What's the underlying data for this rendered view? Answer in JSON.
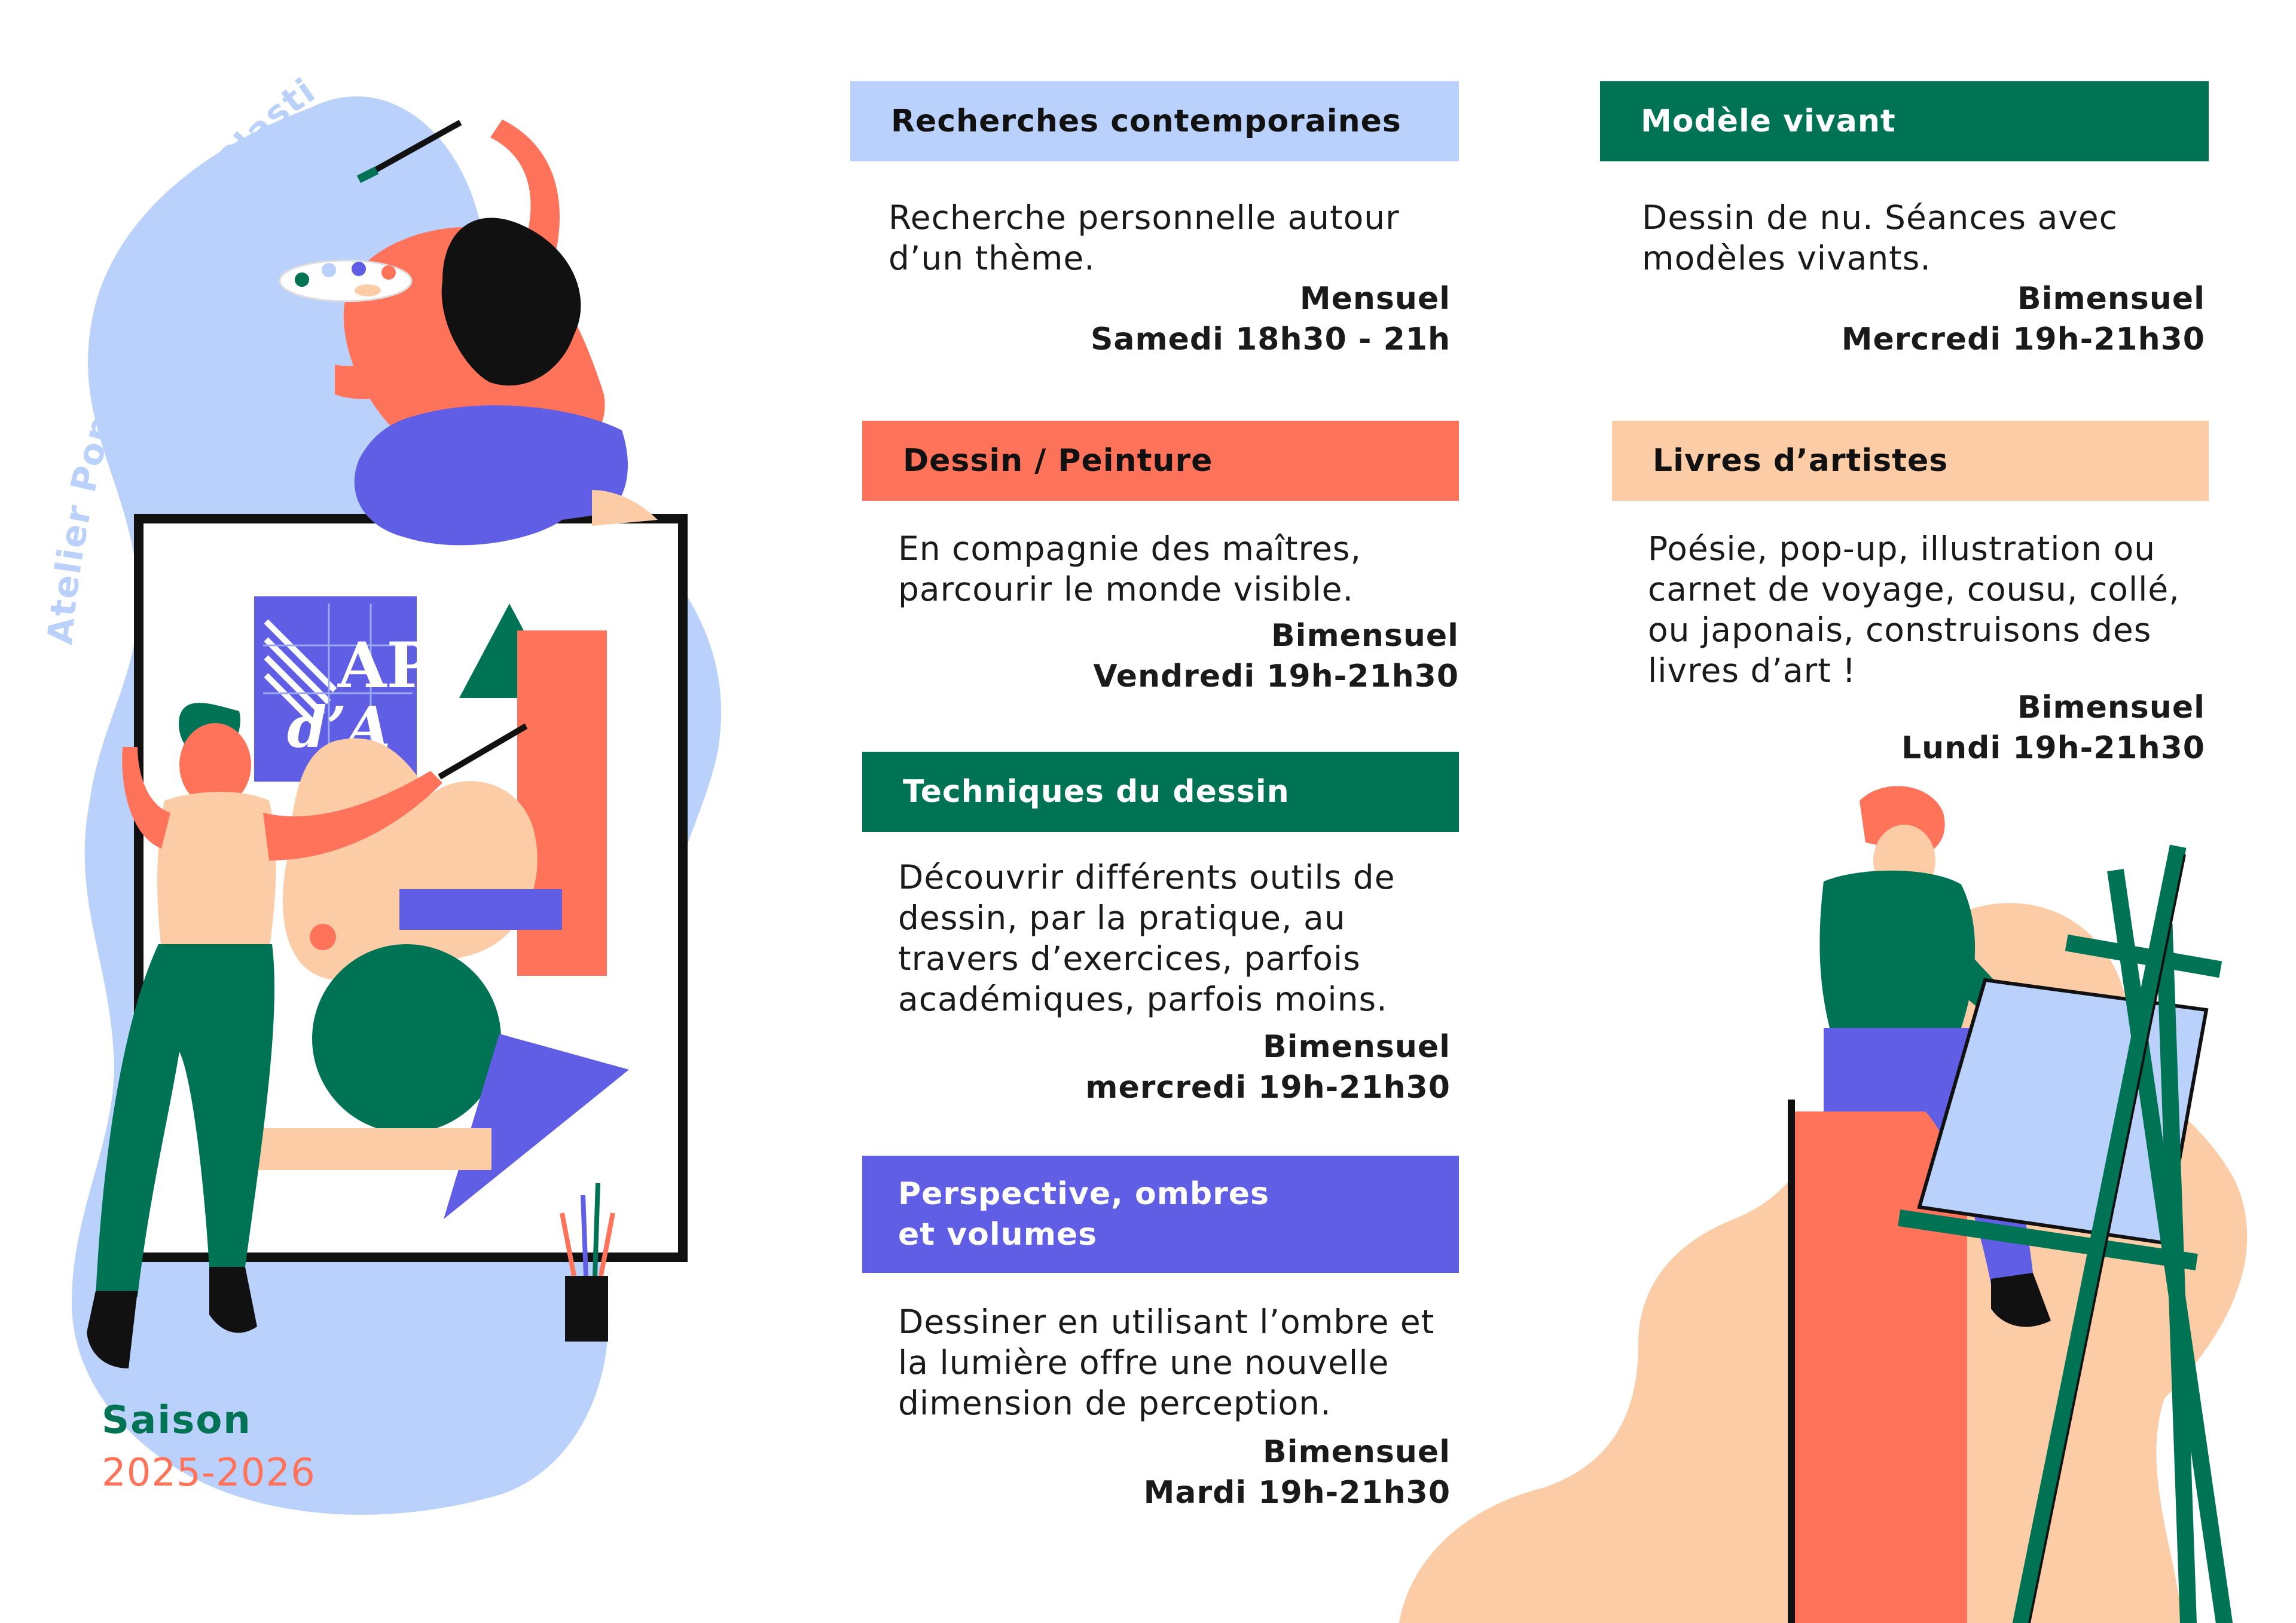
{
  "colors": {
    "blue": "#b9d1fb",
    "green": "#007355",
    "coral": "#ff735a",
    "peach": "#fccca6",
    "violet": "#5f5ee4",
    "dark": "#111111"
  },
  "vertical_title": "Atelier Populaire d’Arts Plastiques",
  "logo": {
    "line1": "AP",
    "line2": "d’A"
  },
  "saison": {
    "label": "Saison",
    "years": "2025-2026"
  },
  "courses": [
    {
      "title": "Recherches contemporaines",
      "description": "Recherche personnelle autour\nd’un thème.",
      "frequency": "Mensuel",
      "schedule": "Samedi 18h30 - 21h"
    },
    {
      "title": "Dessin / Peinture",
      "description": "En compagnie des maîtres,\nparcourir le monde visible.",
      "frequency": "Bimensuel",
      "schedule": "Vendredi 19h-21h30"
    },
    {
      "title": "Techniques du dessin",
      "description": "Découvrir différents outils de\ndessin, par la pratique, au\ntravers d’exercices, parfois\nacadémiques, parfois moins.",
      "frequency": "Bimensuel",
      "schedule": "mercredi 19h-21h30"
    },
    {
      "title": "Perspective, ombres\n et volumes",
      "description": "Dessiner en utilisant l’ombre et\nla lumière offre une nouvelle\ndimension de perception.",
      "frequency": "Bimensuel",
      "schedule": "Mardi 19h-21h30"
    },
    {
      "title": "Modèle vivant",
      "description": "Dessin de nu. Séances avec\nmodèles vivants.",
      "frequency": "Bimensuel",
      "schedule": "Mercredi 19h-21h30"
    },
    {
      "title": "Livres d’artistes",
      "description": "Poésie, pop-up, illustration ou\ncarnet de voyage, cousu, collé,\nou japonais, construisons des\nlivres d’art !",
      "frequency": "Bimensuel",
      "schedule": "Lundi 19h-21h30"
    }
  ]
}
